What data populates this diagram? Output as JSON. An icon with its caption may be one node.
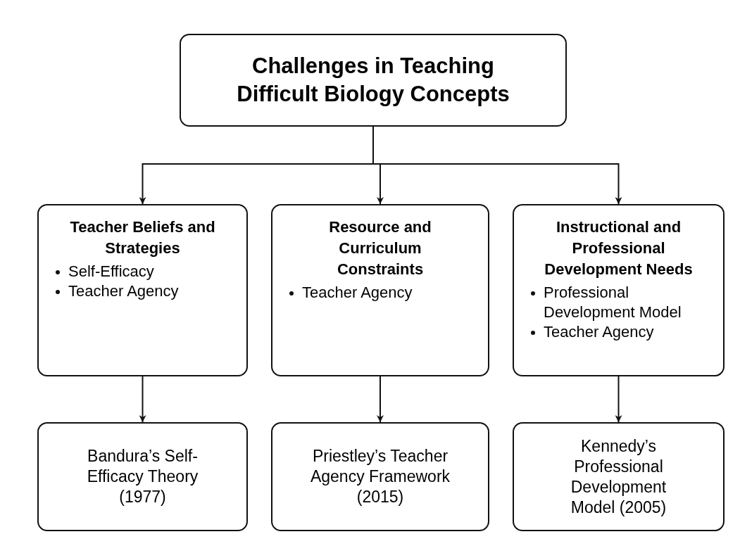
{
  "diagram": {
    "nodes": [
      {
        "text": [
          "Challenges in Teaching Difficult Biology Concepts"
        ]
      },
      {
        "text": [
          "Teacher Beliefs and Strategies",
          "Self-Efficacy",
          "Teacher Agency"
        ]
      },
      {
        "text": [
          "Resource and Curriculum Constraints",
          "Teacher Agency"
        ]
      },
      {
        "text": [
          "Instructional and Professional Development Needs",
          "Professional Development Model",
          "Teacher Agency"
        ]
      },
      {
        "text": [
          "Bandura’s Self-Efficacy Theory (1977)"
        ]
      },
      {
        "text": [
          "Priestley’s Teacher Agency Framework (2015)"
        ]
      },
      {
        "text": [
          "Kennedy’s Professional Development Model (2005)"
        ]
      }
    ],
    "edges": [
      {
        "from": 0,
        "to": 1,
        "arrow": "to"
      },
      {
        "from": 0,
        "to": 2,
        "arrow": "to"
      },
      {
        "from": 0,
        "to": 3,
        "arrow": "to"
      },
      {
        "from": 1,
        "to": 4,
        "arrow": "to"
      },
      {
        "from": 2,
        "to": 5,
        "arrow": "to"
      },
      {
        "from": 3,
        "to": 6,
        "arrow": "to"
      }
    ]
  }
}
